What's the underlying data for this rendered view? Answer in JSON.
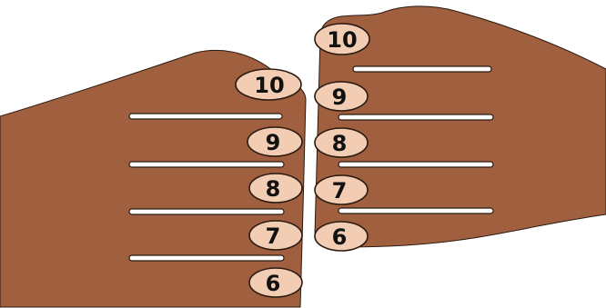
{
  "diagram": {
    "colors": {
      "skin": "#a0603f",
      "nail": "#f2cdb4",
      "outline": "#2a1a10",
      "background": "#ffffff"
    },
    "left_hand": {
      "fingers": [
        {
          "label": "10"
        },
        {
          "label": "9"
        },
        {
          "label": "8"
        },
        {
          "label": "7"
        },
        {
          "label": "6"
        }
      ]
    },
    "right_hand": {
      "fingers": [
        {
          "label": "10"
        },
        {
          "label": "9"
        },
        {
          "label": "8"
        },
        {
          "label": "7"
        },
        {
          "label": "6"
        }
      ]
    }
  }
}
